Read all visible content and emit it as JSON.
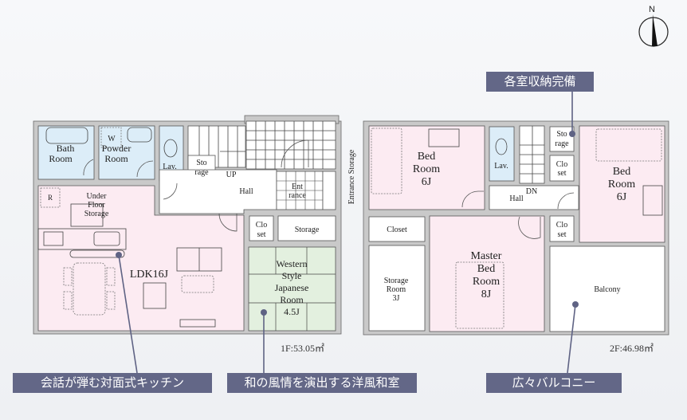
{
  "compass": {
    "north_label": "N"
  },
  "floor1": {
    "area": "1F:53.05㎡",
    "rooms": {
      "bath": [
        "Bath",
        "Room"
      ],
      "powder": [
        "Powder",
        "Room"
      ],
      "washer_mark": "W",
      "lav": "Lav.",
      "storage_small": [
        "Sto",
        "rage"
      ],
      "up": "UP",
      "hall": "Hall",
      "entrance": [
        "Ent",
        "rance"
      ],
      "entrance_storage": "Entrance Storage",
      "refrigerator_mark": "R",
      "under_floor": [
        "Under",
        "Floor",
        "Storage"
      ],
      "ldk": "LDK16J",
      "closet": [
        "Clo",
        "set"
      ],
      "storage": "Storage",
      "japanese": [
        "Western",
        "Style",
        "Japanese",
        "Room",
        "4.5J"
      ]
    }
  },
  "floor2": {
    "area": "2F:46.98㎡",
    "rooms": {
      "bed1": [
        "Bed",
        "Room",
        "6J"
      ],
      "lav": "Lav.",
      "storage_small": [
        "Sto",
        "rage"
      ],
      "closet_upper": [
        "Clo",
        "set"
      ],
      "bed2": [
        "Bed",
        "Room",
        "6J"
      ],
      "dn": "DN",
      "hall": "Hall",
      "closet_left": "Closet",
      "storage_room": [
        "Storage",
        "Room",
        "3J"
      ],
      "master": [
        "Master",
        "Bed",
        "Room",
        "8J"
      ],
      "closet_lower": [
        "Clo",
        "set"
      ],
      "balcony": "Balcony"
    }
  },
  "callouts": {
    "storage_all_rooms": "各室収納完備",
    "kitchen": "会話が弾む対面式キッチン",
    "japanese_room": "和の風情を演出する洋風和室",
    "balcony": "広々バルコニー"
  },
  "colors": {
    "callout_bg": "#636787",
    "ldk_pink": "#fcebf2",
    "wet_blue": "#dcedf8",
    "tatami_green": "#e3f0df"
  }
}
